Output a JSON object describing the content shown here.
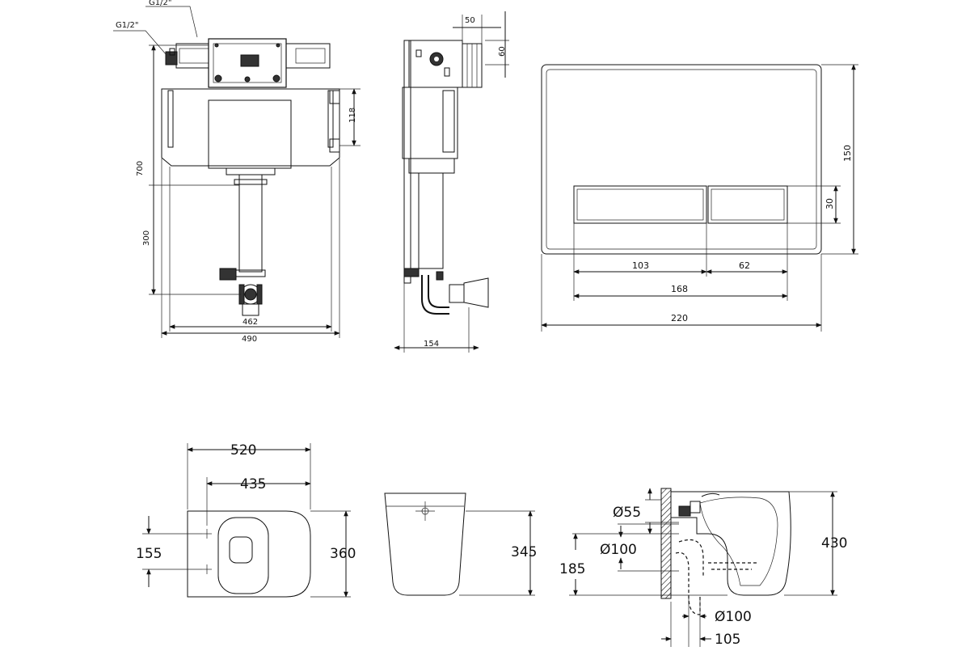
{
  "frame": {
    "labels": {
      "g_top": "G1/2\"",
      "g_side": "G1/2\""
    },
    "dims": {
      "d700": "700",
      "d300": "300",
      "d118": "118",
      "d462": "462",
      "d490": "490"
    }
  },
  "frame_side": {
    "dims": {
      "d50": "50",
      "d60": "60",
      "d154": "154"
    }
  },
  "flush_plate": {
    "dims": {
      "d150": "150",
      "d30": "30",
      "d103": "103",
      "d62": "62",
      "d168": "168",
      "d220": "220"
    }
  },
  "toilet_top": {
    "dims": {
      "d520": "520",
      "d435": "435",
      "d155": "155",
      "d360": "360"
    }
  },
  "toilet_back": {
    "dims": {
      "d345": "345"
    }
  },
  "toilet_side": {
    "dims": {
      "d55": "Ø55",
      "d100a": "Ø100",
      "d185": "185",
      "d430": "430",
      "d100b": "Ø100",
      "d105": "105"
    }
  }
}
